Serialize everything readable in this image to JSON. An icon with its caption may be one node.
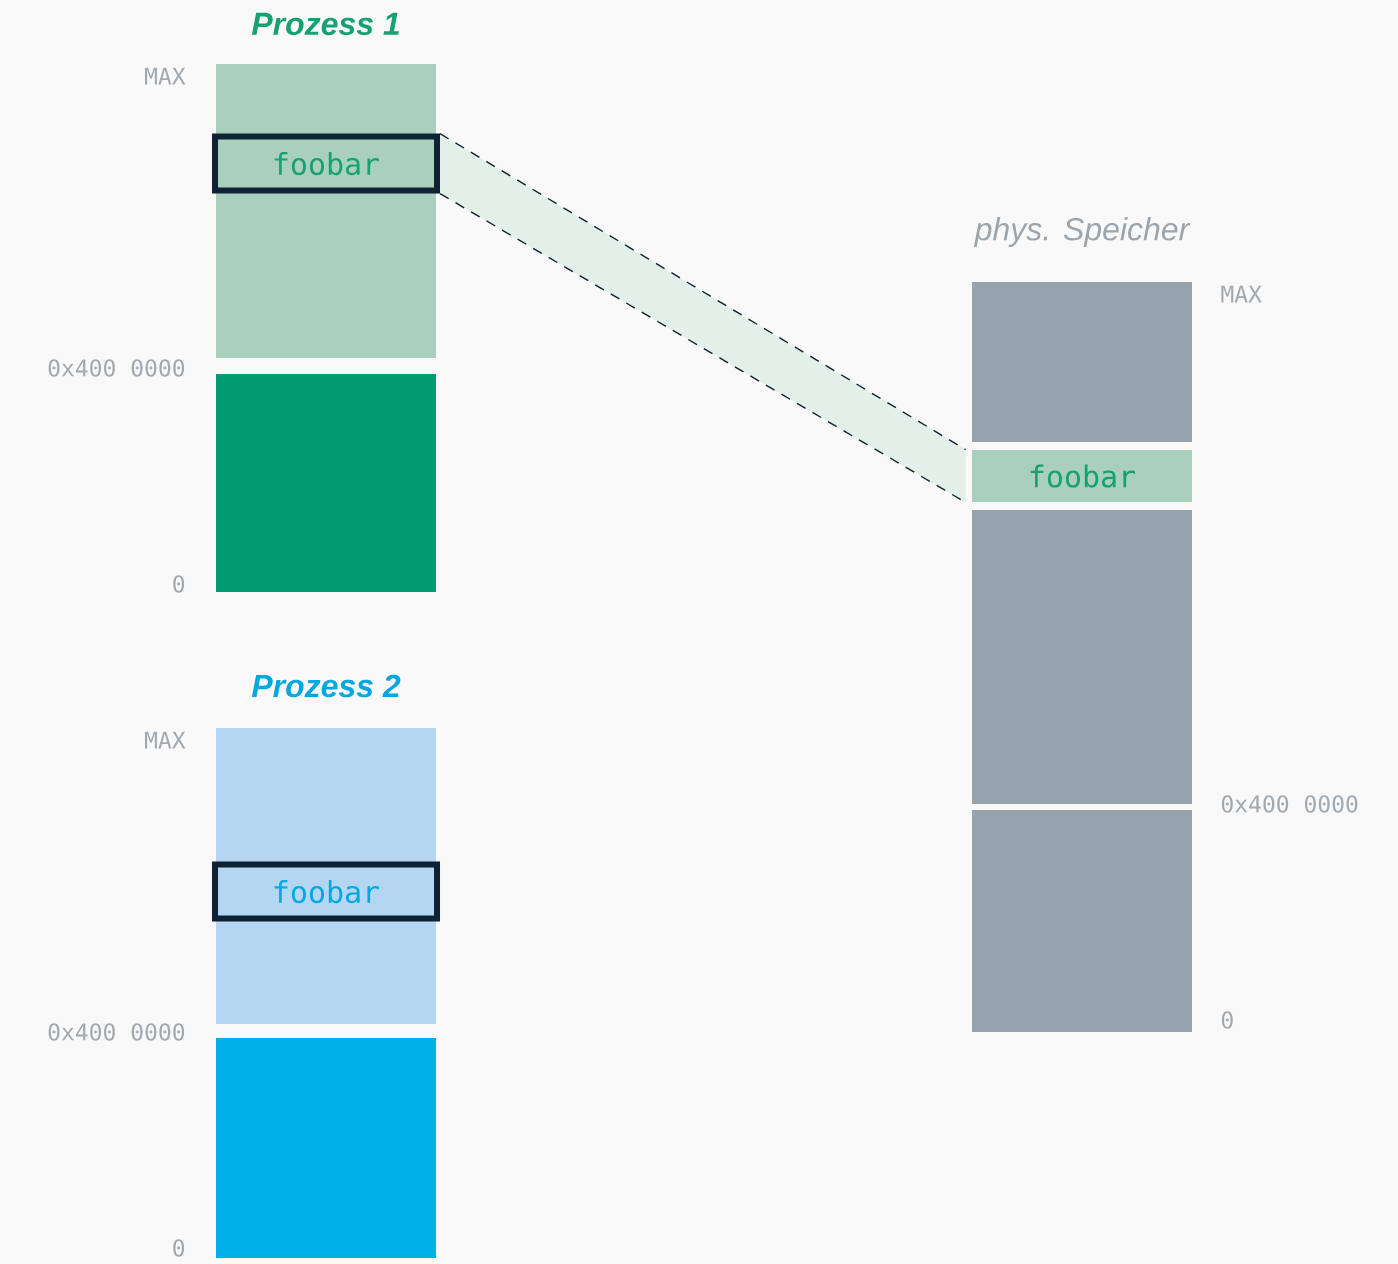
{
  "diagram": {
    "nodes": [
      {
        "text": [
          "Prozess 1"
        ]
      },
      {
        "text": [
          "foobar"
        ],
        "in": 0
      },
      {
        "text": [],
        "shape": "box"
      },
      {
        "text": [
          "Prozess 2"
        ]
      },
      {
        "text": [
          "foobar"
        ],
        "in": 3
      },
      {
        "text": [],
        "shape": "box"
      },
      {
        "text": [
          "phys. Speicher"
        ]
      },
      {
        "text": [
          "foobar"
        ]
      },
      {
        "text": [],
        "shape": "box"
      },
      {
        "text": [],
        "shape": "box"
      }
    ],
    "edges": [
      {
        "from": 1,
        "to": 7,
        "arrow": "none",
        "style": "dashed"
      }
    ],
    "labels": [
      "MAX",
      "0x400 0000",
      "0",
      "MAX",
      "0x400 0000",
      "0",
      "MAX",
      "0x400 0000",
      "0"
    ]
  }
}
